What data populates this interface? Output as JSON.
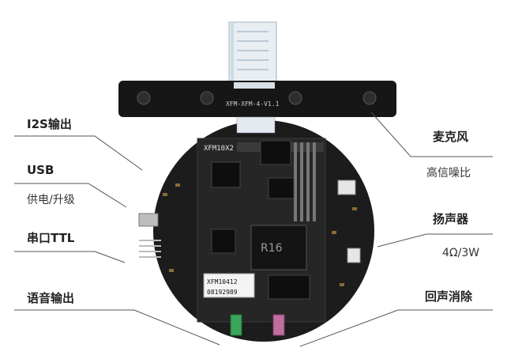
{
  "mic_strip": {
    "ribbon_text": "XFM-XFM-4-V1.1"
  },
  "board": {
    "module_label": "XFM10X2",
    "chip_label": "R16",
    "sticker_lines": [
      "XFM10412",
      "08192989"
    ]
  },
  "callouts": {
    "i2s_output": "I2S输出",
    "usb": "USB",
    "power_upgrade": "供电/升级",
    "serial_ttl": "串口TTL",
    "audio_output": "语音输出",
    "microphone": "麦克风",
    "high_snr": "高信噪比",
    "speaker": "扬声器",
    "speaker_spec": "4Ω/3W",
    "echo_cancel": "回声消除"
  },
  "colors": {
    "board": "#1c1c1c",
    "label_text": "#222222",
    "leader_line": "#555555"
  }
}
